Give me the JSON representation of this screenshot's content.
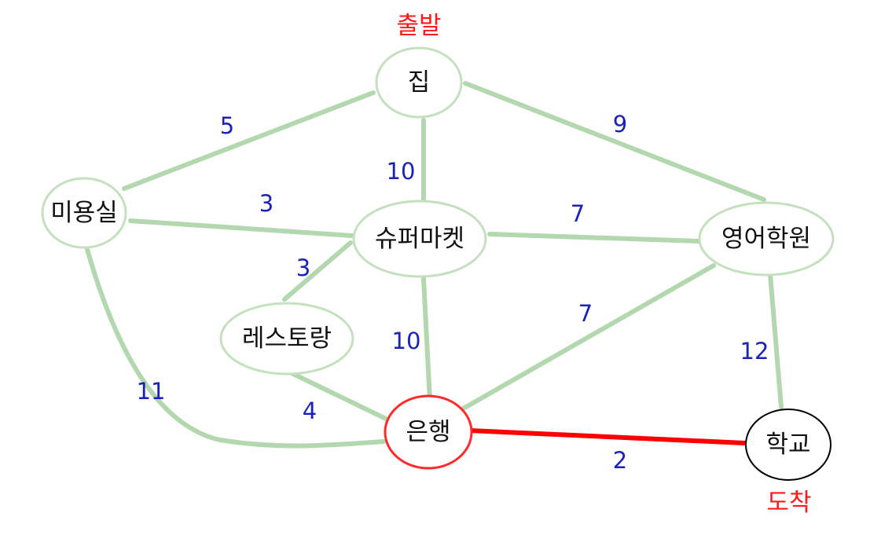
{
  "graph": {
    "start_label": "출발",
    "end_label": "도착",
    "nodes": {
      "home": "집",
      "salon": "미용실",
      "supermarket": "슈퍼마켓",
      "academy": "영어학원",
      "restaurant": "레스토랑",
      "bank": "은행",
      "school": "학교"
    },
    "edges": [
      {
        "from": "home",
        "to": "salon",
        "weight": "5"
      },
      {
        "from": "home",
        "to": "supermarket",
        "weight": "10"
      },
      {
        "from": "home",
        "to": "academy",
        "weight": "9"
      },
      {
        "from": "salon",
        "to": "supermarket",
        "weight": "3"
      },
      {
        "from": "supermarket",
        "to": "academy",
        "weight": "7"
      },
      {
        "from": "supermarket",
        "to": "restaurant",
        "weight": "3"
      },
      {
        "from": "supermarket",
        "to": "bank",
        "weight": "10"
      },
      {
        "from": "academy",
        "to": "bank",
        "weight": "7"
      },
      {
        "from": "academy",
        "to": "school",
        "weight": "12"
      },
      {
        "from": "salon",
        "to": "bank",
        "weight": "11"
      },
      {
        "from": "restaurant",
        "to": "bank",
        "weight": "4"
      },
      {
        "from": "bank",
        "to": "school",
        "weight": "2",
        "highlighted": true
      }
    ],
    "colors": {
      "edge": "#b3d7ae",
      "highlight": "#ff0000",
      "weight_text": "#1a22b8",
      "marker_text": "#ff1a1a"
    }
  }
}
